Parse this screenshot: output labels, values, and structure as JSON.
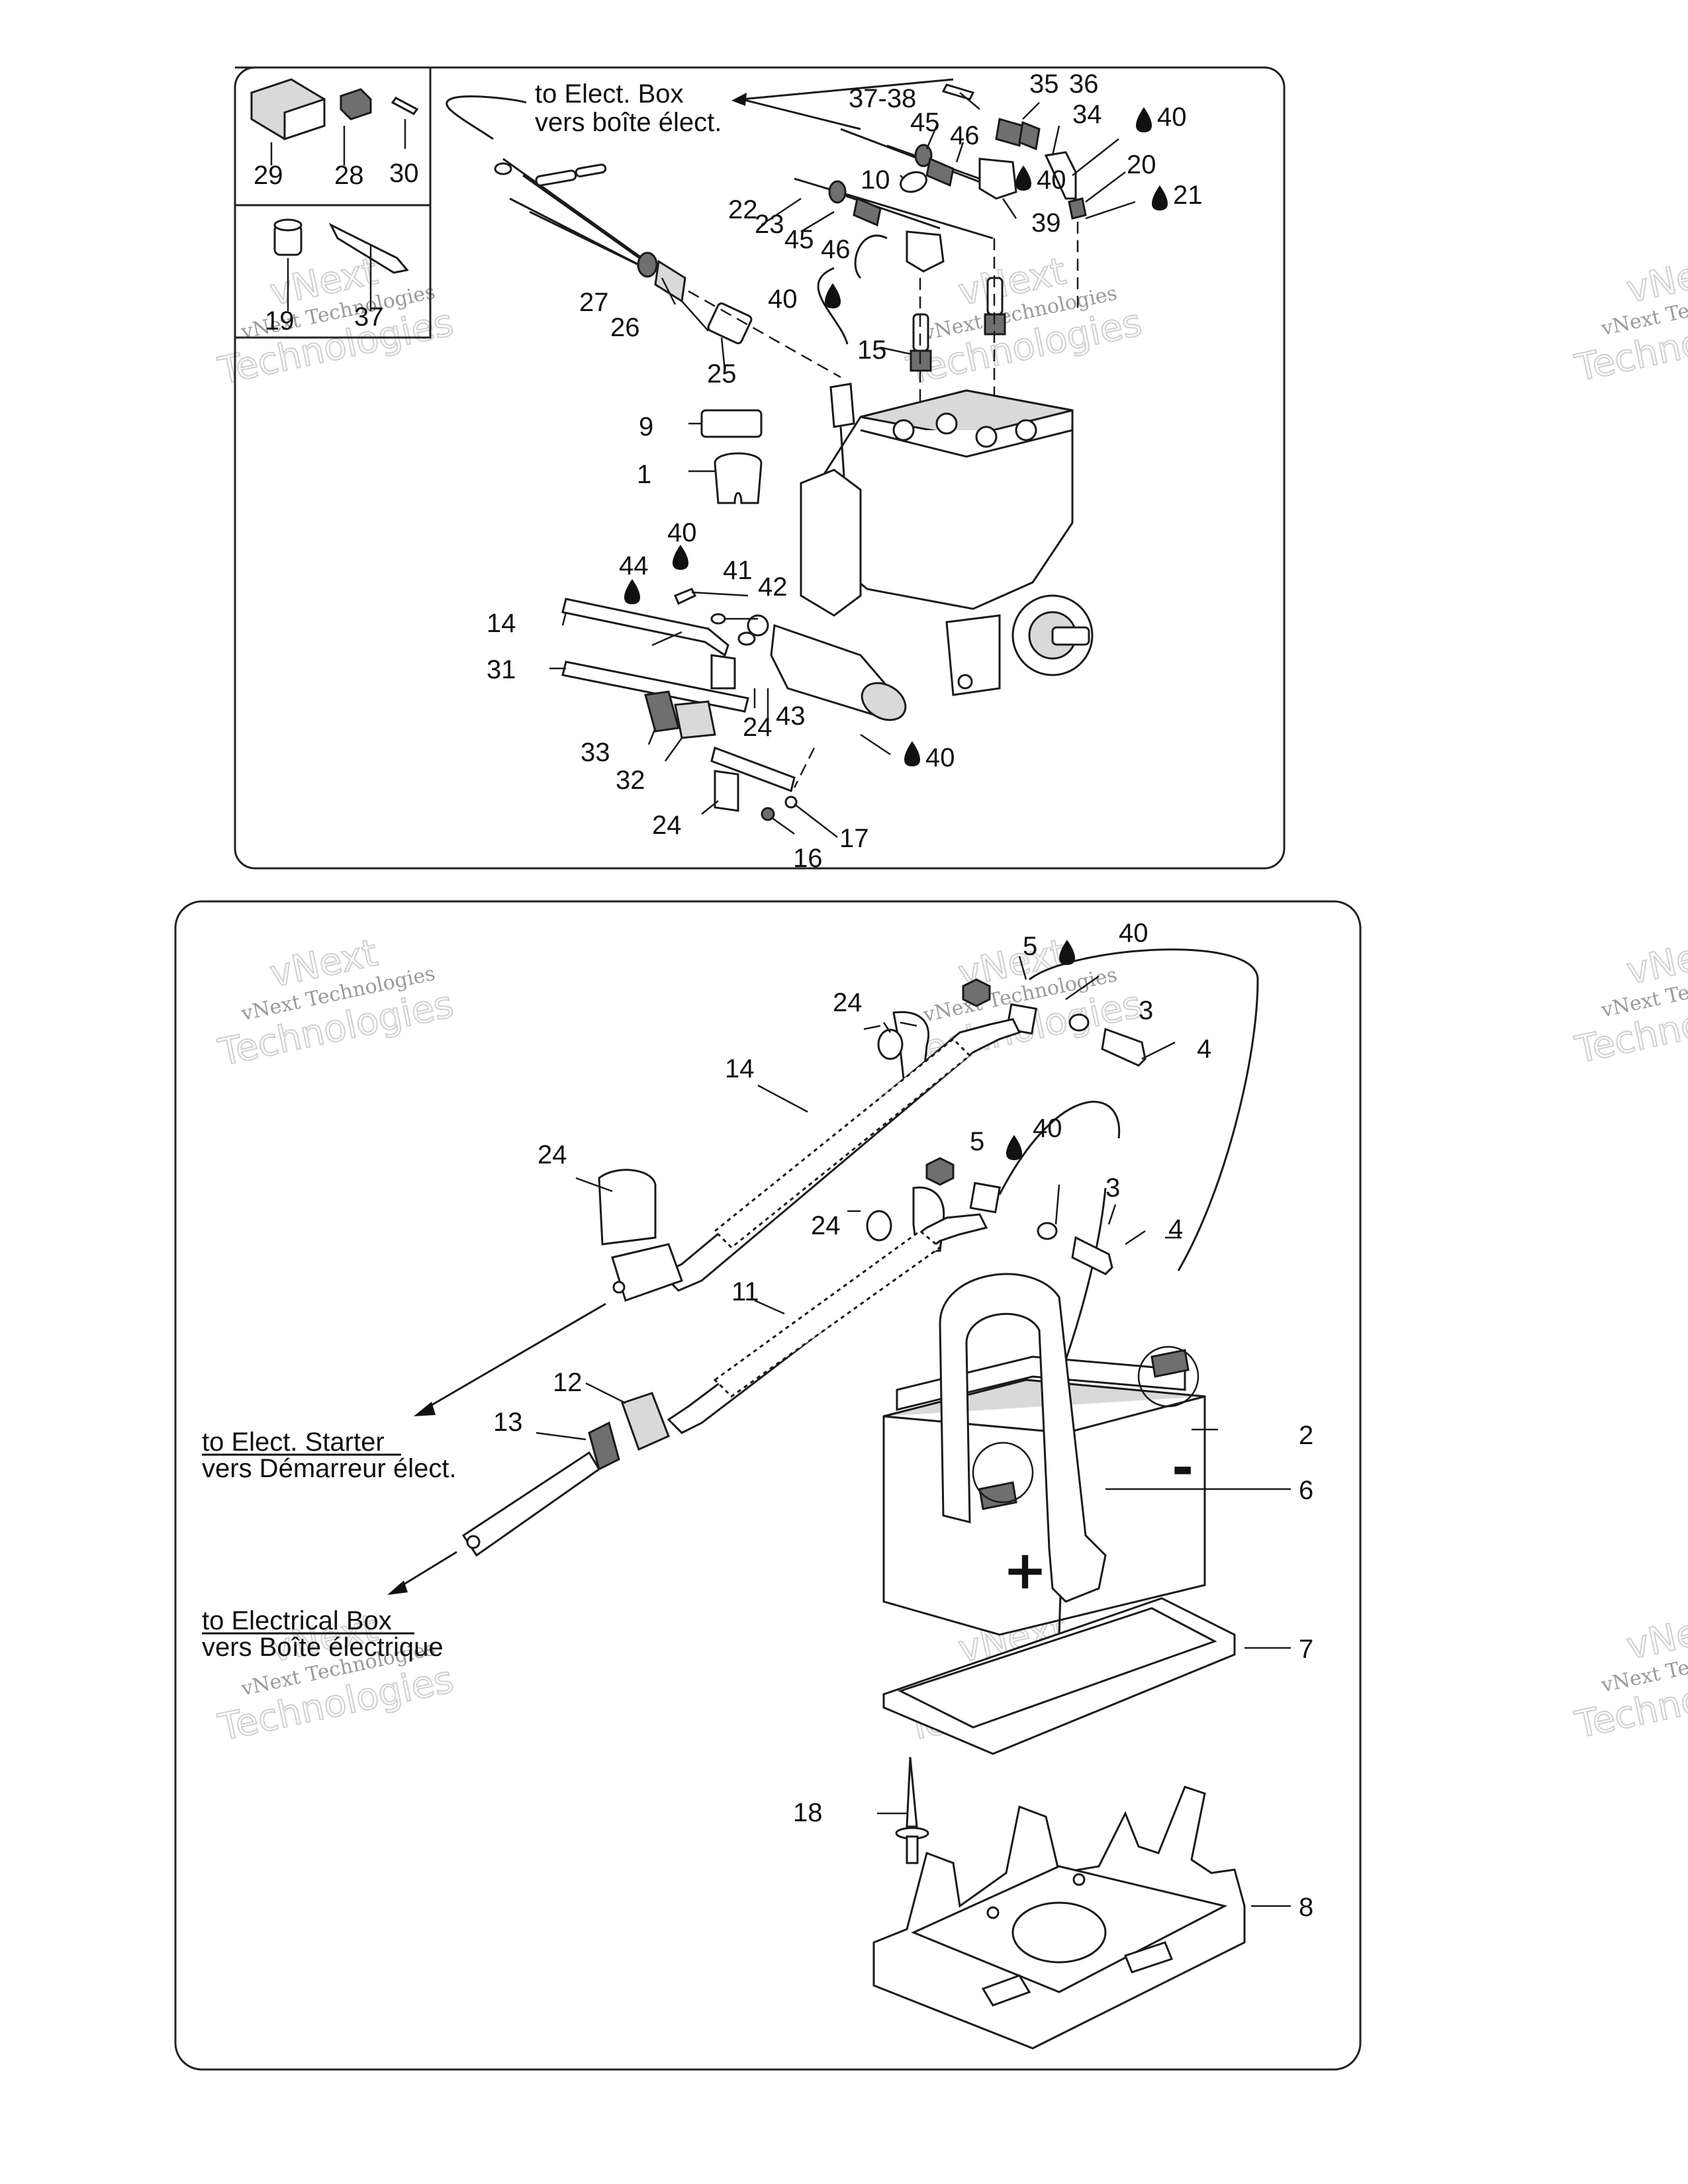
{
  "top_panel": {
    "captions": {
      "elect_box_en": "to Elect. Box",
      "elect_box_fr": "vers boîte élect."
    },
    "callouts": {
      "p29": "29",
      "p28": "28",
      "p30": "30",
      "p19": "19",
      "p37": "37",
      "p37_38": "37-38",
      "p35": "35",
      "p36": "36",
      "p34": "34",
      "p40a": "40",
      "p45a": "45",
      "p46a": "46",
      "p20": "20",
      "p10": "10",
      "p40b": "40",
      "p21": "21",
      "p22": "22",
      "p23": "23",
      "p45b": "45",
      "p46b": "46",
      "p39": "39",
      "p27": "27",
      "p40c": "40",
      "p26": "26",
      "p15": "15",
      "p25": "25",
      "p9": "9",
      "p1": "1",
      "p40d": "40",
      "p44": "44",
      "p41": "41",
      "p42": "42",
      "p14": "14",
      "p31": "31",
      "p24a": "24",
      "p43": "43",
      "p33": "33",
      "p40e": "40",
      "p32": "32",
      "p24b": "24",
      "p17": "17",
      "p16": "16"
    }
  },
  "bottom_panel": {
    "captions": {
      "starter_en": "to Elect. Starter",
      "starter_fr": "vers Démarreur élect.",
      "elec_box_en": "to Electrical Box",
      "elec_box_fr": "vers Boîte électrique"
    },
    "callouts": {
      "p5a": "5",
      "p40a": "40",
      "p24a": "24",
      "p3a": "3",
      "p4a": "4",
      "p14": "14",
      "p24b": "24",
      "p5b": "5",
      "p40b": "40",
      "p3b": "3",
      "p24c": "24",
      "p4b": "4",
      "p11": "11",
      "p12": "12",
      "p13": "13",
      "p2": "2",
      "p6": "6",
      "p7": "7",
      "p18": "18",
      "p8": "8"
    },
    "battery_terminals": {
      "negative": "-",
      "positive": "+"
    }
  },
  "watermarks": {
    "line1": "vNext Technologies",
    "line2": "vNext",
    "line3": "Technologies"
  }
}
